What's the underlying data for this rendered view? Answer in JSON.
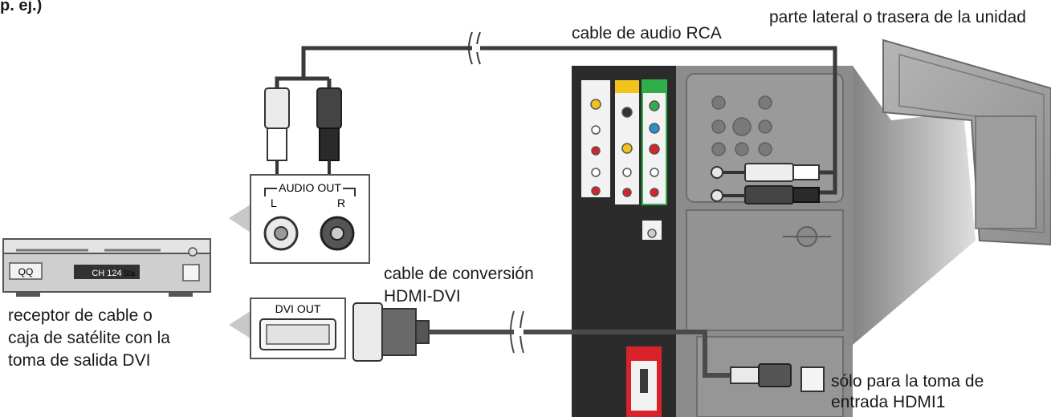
{
  "header_fragment": "p. ej.)",
  "top_right_label": "parte lateral o trasera de la unidad",
  "audio_cable_label": "cable de audio RCA",
  "conversion_cable_label_line1": "cable de conversión",
  "conversion_cable_label_line2": "HDMI-DVI",
  "device_label_lines": [
    "receptor de cable o",
    "caja de satélite con la",
    "toma de salida DVI"
  ],
  "hdmi_note_line1": "sólo para la toma de",
  "hdmi_note_line2": "entrada HDMI1",
  "audio_out_panel": {
    "title": "AUDIO OUT",
    "left": "L",
    "right": "R"
  },
  "dvi_out_panel": {
    "title": "DVI OUT"
  },
  "device_display": {
    "left_text": "QQ",
    "center_text": "CH 124",
    "right_text": "Sta"
  },
  "colors": {
    "tv_panel": "#2b2b2b",
    "tv_body_gray": "#8c8c8c",
    "jack_yellow": "#f0c419",
    "jack_red": "#d8232a",
    "jack_green": "#2fae4a",
    "jack_blue": "#2a8fd0",
    "hdmi_box_red": "#d8232a"
  }
}
